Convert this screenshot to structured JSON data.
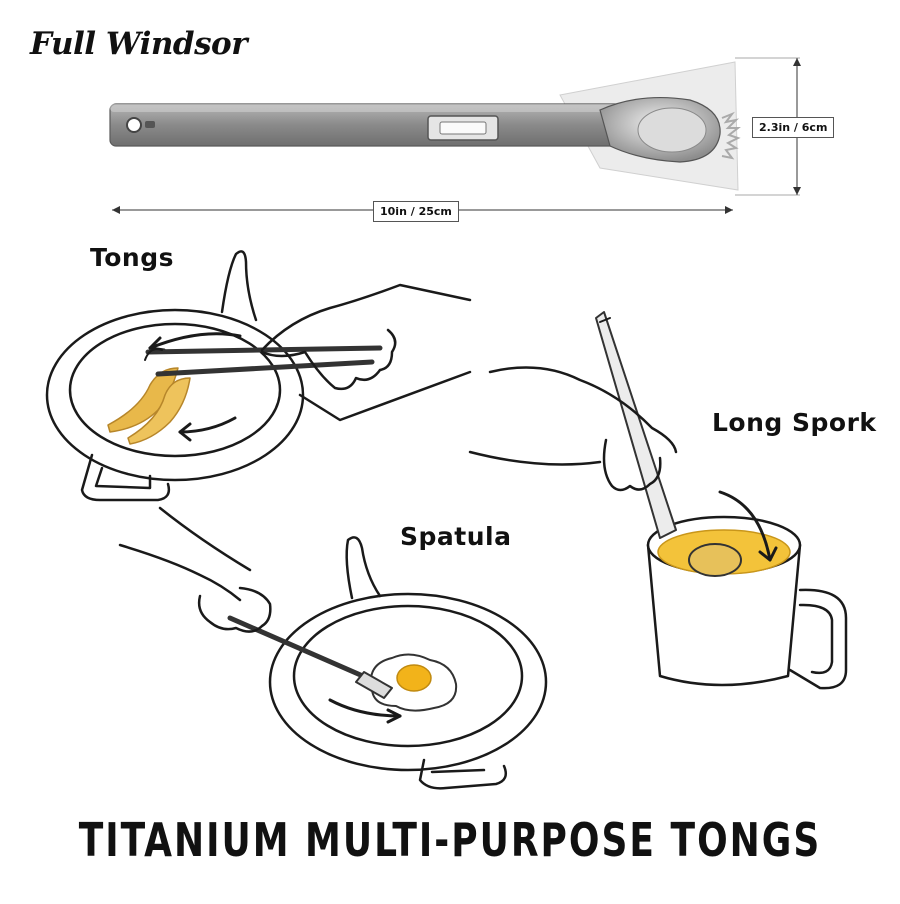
{
  "brand": "Full Windsor",
  "dimensions": {
    "length": "10in / 25cm",
    "height": "2.3in / 6cm"
  },
  "uses": {
    "tongs": "Tongs",
    "long_spork": "Long Spork",
    "spatula": "Spatula"
  },
  "headline": "TITANIUM MULTI-PURPOSE TONGS",
  "colors": {
    "titanium": "#8c8c8c",
    "bacon": "#e8b84a",
    "egg_yolk": "#f2b31a",
    "broth": "#f3c33a",
    "ink": "#1a1a1a"
  }
}
